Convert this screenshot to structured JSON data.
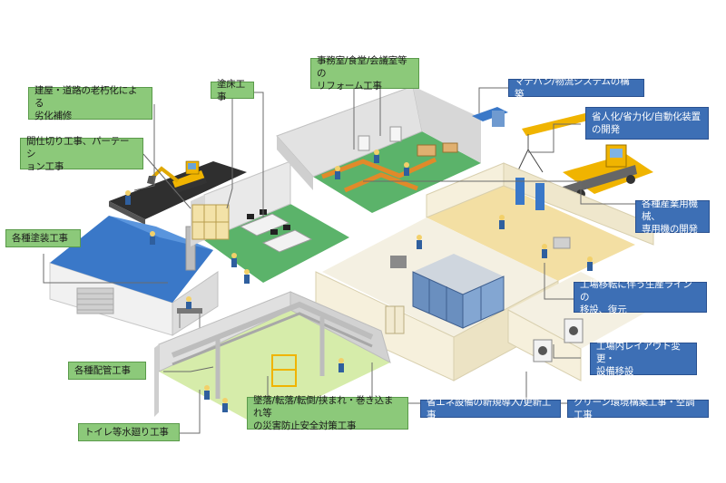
{
  "labels": {
    "kenya": "建屋・道路の老朽化による\n劣化補修",
    "makishikiri": "間仕切り工事、パーテーシ\nョン工事",
    "tosho": "各種塗装工事",
    "tokayuka": "塗床工事",
    "jimusho": "事務室/食堂/会議室等の\nリフォーム工事",
    "matehan": "マテハン/物流システムの構築",
    "shojinka": "省人化/省力化/自動化装置\nの開発",
    "sangyo": "各種産業用機械、\n専用機の開発",
    "iten": "工場移転に伴う生産ラインの\n移設、復元",
    "layout": "工場内レイアウト変更・\n設備移設",
    "clean": "クリーン環境構築工事・空調工事",
    "shoene": "省エネ設備の新規導入/更新工事",
    "tsuiraku": "墜落/転落/転倒/挟まれ・巻き込まれ等\nの災害防止安全対策工事",
    "haikan": "各種配管工事",
    "toilet": "トイレ等水廻り工事"
  },
  "colors": {
    "green_label": "#8cc97a",
    "blue_label": "#3d6fb5",
    "floor_green": "#5bb36a",
    "floor_yellow": "#f3dfa3",
    "floor_lightgreen": "#d6ecaa",
    "roof_blue": "#3a78c8",
    "wall_beige": "#f6f0dc",
    "wall_gray": "#c9c9c9",
    "crane_yellow": "#f0b400",
    "road_dark": "#2f2f2f"
  }
}
